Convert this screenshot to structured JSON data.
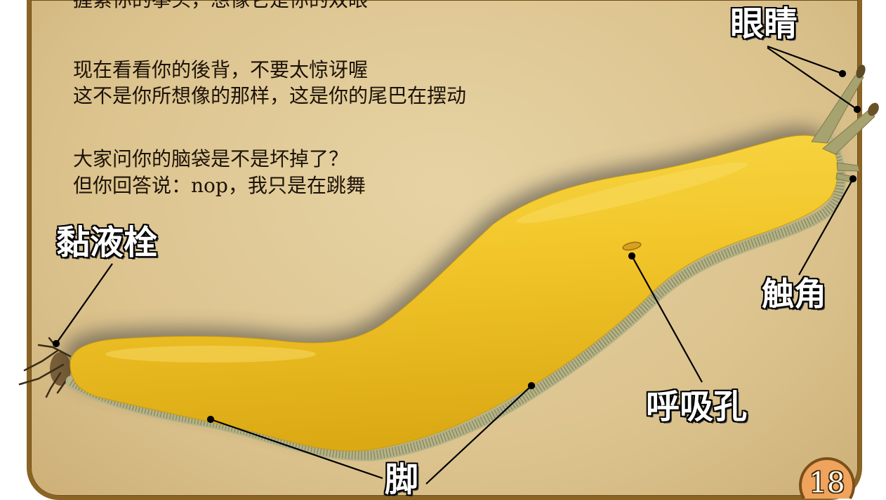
{
  "poem": {
    "lines": [
      "握紧你的拳头，想像它是你的双眼",
      "现在看看你的後背，不要太惊讶喔",
      "这不是你所想像的那样，这是你的尾巴在摆动",
      "大家问你的脑袋是不是坏掉了？",
      "但你回答说：nop，我只是在跳舞"
    ]
  },
  "labels": {
    "eyes": "眼睛",
    "mucus_plug": "黏液栓",
    "tentacles": "触角",
    "pneumostome": "呼吸孔",
    "foot": "脚"
  },
  "page_number": "18",
  "colors": {
    "card_background": "#dcc38e",
    "card_border": "#8a6424",
    "slug_body": "#f2c62a",
    "slug_foot": "#b5b388",
    "label_fill": "#ffffff",
    "label_outline": "#000000",
    "page_badge": "#f0a35c"
  }
}
